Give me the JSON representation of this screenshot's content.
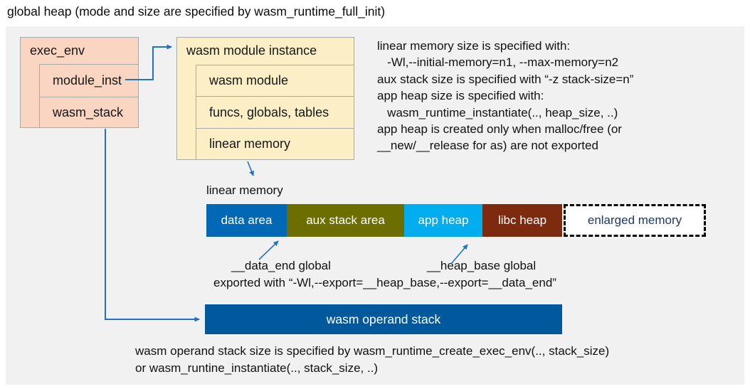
{
  "title": "global heap (mode and size are specified by wasm_runtime_full_init)",
  "exec_env": {
    "title": "exec_env",
    "fields": [
      "module_inst",
      "wasm_stack"
    ]
  },
  "module_instance": {
    "title": "wasm module instance",
    "fields": [
      "wasm module",
      "funcs, globals, tables",
      "linear memory"
    ]
  },
  "notes_right": {
    "lines": [
      "linear memory size is specified with:",
      "   -Wl,--initial-memory=n1, --max-memory=n2",
      "aux stack size is specified with “-z stack-size=n”",
      "app heap size is specified with:",
      "   wasm_runtime_instantiate(.., heap_size, ..)",
      "app heap is created only when malloc/free (or",
      "__new/__release for as) are not exported"
    ]
  },
  "linear_memory": {
    "label": "linear memory",
    "segments": [
      {
        "label": "data area",
        "color": "#0068b5",
        "text_color": "#ffffff"
      },
      {
        "label": "aux stack area",
        "color": "#6d6e00",
        "text_color": "#ffffff"
      },
      {
        "label": "app heap",
        "color": "#00aeef",
        "text_color": "#ffffff"
      },
      {
        "label": "libc heap",
        "color": "#7e2a0e",
        "text_color": "#ffffff"
      },
      {
        "label": "enlarged memory",
        "color": "#ffffff",
        "text_color": "#1f3864",
        "border": "dashed"
      }
    ]
  },
  "annotations": {
    "data_end_label": "__data_end global",
    "heap_base_label": "__heap_base global",
    "exported_line": "exported with “-Wl,--export=__heap_base,--export=__data_end”"
  },
  "operand_stack": {
    "label": "wasm operand stack",
    "color": "#00599c"
  },
  "notes_bottom": {
    "lines": [
      "wasm operand stack size is specified by wasm_runtime_create_exec_env(.., stack_size)",
      "or wasm_runtine_instantiate(.., stack_size, ..)"
    ]
  },
  "colors": {
    "panel_background": "#f1f1f1",
    "exec_env_fill": "#fad5c2",
    "module_instance_fill": "#fcefc6",
    "connector_blue": "#1e73c3"
  }
}
